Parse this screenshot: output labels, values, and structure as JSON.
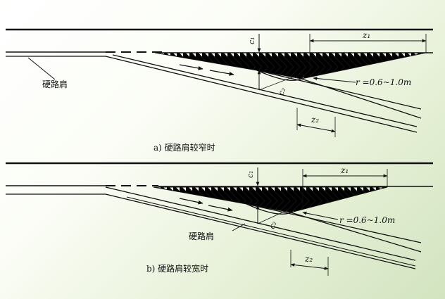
{
  "diagrams": [
    {
      "caption": "a)  硬路肩较窄时",
      "shoulder_label": "硬路肩",
      "dimensions": {
        "z1": "z₁",
        "z2": "z₂",
        "c1": "c₁",
        "c2": "c₂"
      },
      "radius": "r =0.6~1.0m"
    },
    {
      "caption": "b)  硬路肩较宽时",
      "shoulder_label": "硬路肩",
      "dimensions": {
        "z1": "z₁",
        "z2": "z₂",
        "c1": "c₁",
        "c2": "c₂"
      },
      "radius": "r =0.6~1.0m"
    }
  ]
}
